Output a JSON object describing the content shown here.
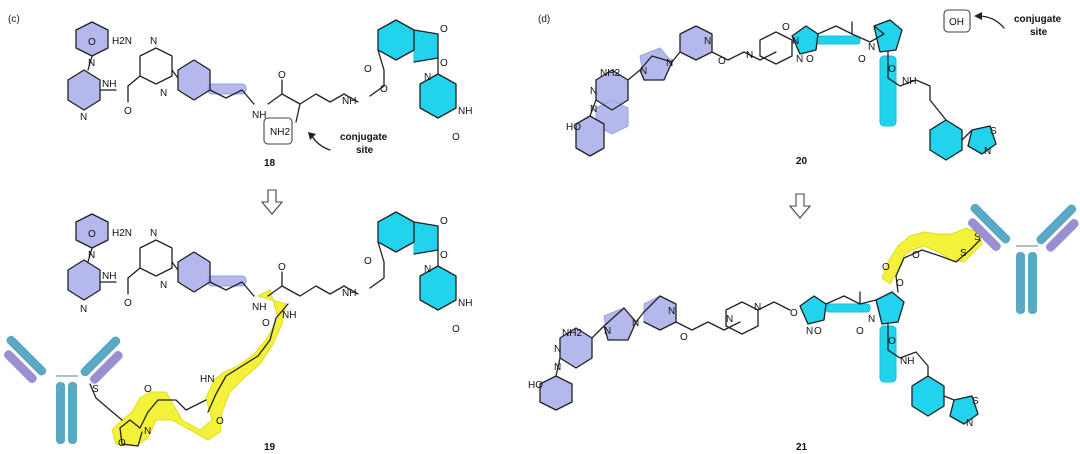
{
  "panels": {
    "left_label": "(c)",
    "right_label": "(d)"
  },
  "compounds": {
    "c18": "18",
    "c19": "19",
    "c20": "20",
    "c21": "21"
  },
  "annotations": {
    "conjugate_line1": "conjugate",
    "conjugate_line2": "site"
  },
  "atoms": {
    "N": "N",
    "O": "O",
    "S": "S",
    "NH": "NH",
    "NH2": "NH2",
    "H2N": "H2N",
    "HN": "HN",
    "OH": "OH",
    "HO": "HO",
    "NH2_site": "NH2",
    "OH_site": "OH"
  },
  "colors": {
    "warhead_highlight": "#b4b8ec",
    "e3_ligand_highlight": "#22d3ee",
    "linker_highlight": "#f4f13a",
    "antibody_heavy": "#5aa8c2",
    "antibody_light": "#9a8fd0"
  }
}
